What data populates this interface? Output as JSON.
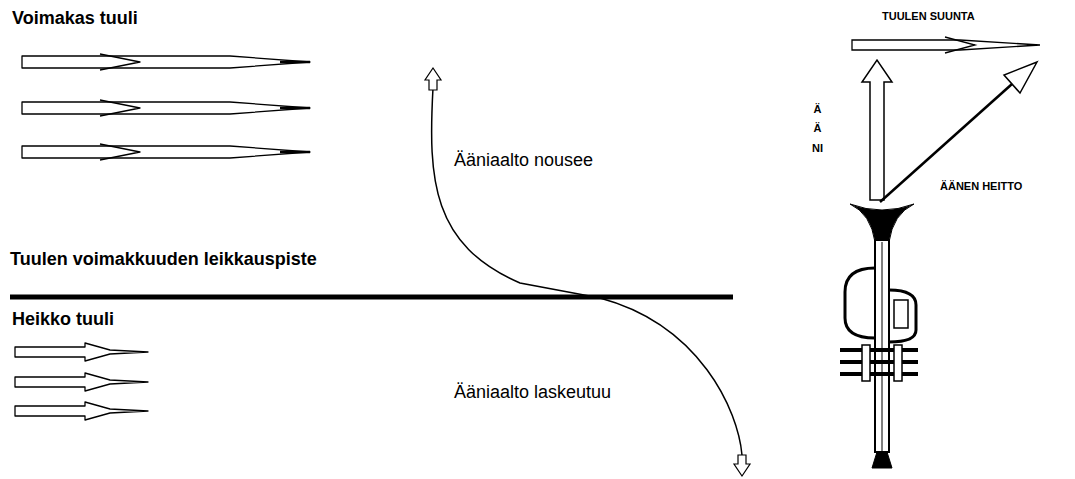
{
  "diagram": {
    "labels": [
      "Voimakas tuuli",
      "Ääniaalto nousee",
      "Tuulen voimakkuuden leikkauspiste",
      "Heikko tuuli",
      "Ääniaalto laskeutuu",
      "TUULEN SUUNTA",
      "ÄÄNI",
      "ÄÄNEN HEITTO"
    ]
  }
}
